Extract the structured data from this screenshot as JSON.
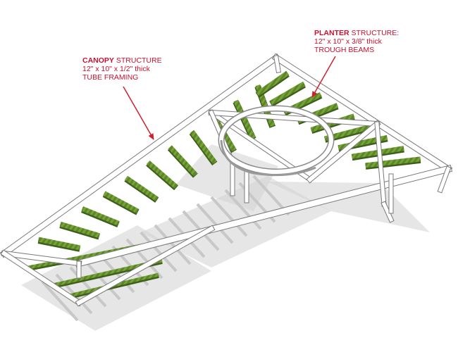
{
  "canopy": {
    "title_bold": "CANOPY",
    "title_rest": " STRUCTURE",
    "dims": "12\" x 10\" x 1/2\" thick",
    "desc": "TUBE FRAMING"
  },
  "planter": {
    "title_bold": "PLANTER",
    "title_rest": " STRUCTURE:",
    "dims": "12\" x 10\" x 3/8\" thick",
    "desc": "TROUGH BEAMS"
  },
  "colors": {
    "label": "#c8102e",
    "frame_fill": "#ffffff",
    "frame_stroke": "#7a7a7a",
    "beam": "#6f9a34",
    "beam_dark": "#3e5e1b",
    "shadow": "#cfcfcf"
  }
}
